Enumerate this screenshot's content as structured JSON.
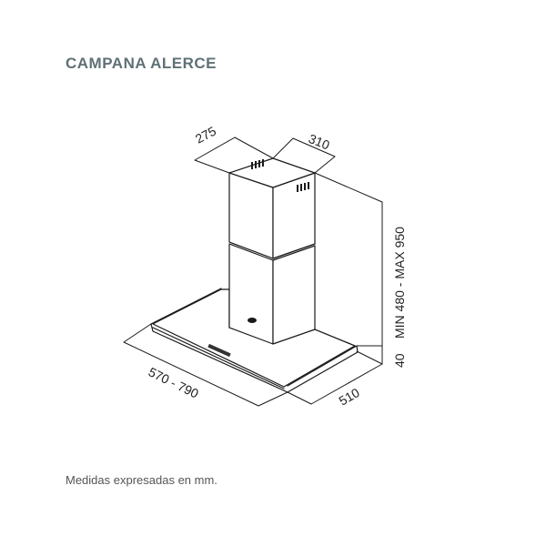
{
  "title": "CAMPANA ALERCE",
  "note": "Medidas expresadas en mm.",
  "dimensions": {
    "chimney_depth": "275",
    "chimney_width": "310",
    "height": "MIN 480 - MAX 950",
    "hood_thickness": "40",
    "hood_width": "570 - 790",
    "hood_depth": "510"
  }
}
